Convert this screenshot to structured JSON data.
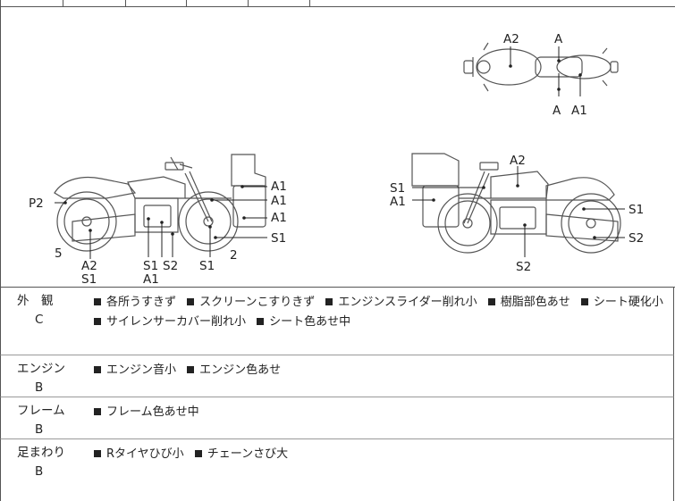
{
  "diagram": {
    "top_labels": {
      "a2": "A2",
      "a_front": "A",
      "a_rear": "A",
      "a1": "A1"
    },
    "left_labels": {
      "p2": "P2",
      "n5": "5",
      "a2": "A2",
      "s1_under": "S1",
      "s1_mid": "S1",
      "s2_mid": "S2",
      "a1_mid": "A1",
      "s1_front": "S1",
      "n2": "2",
      "a1_right_1": "A1",
      "a1_right_2": "A1",
      "a1_right_3": "A1",
      "s1_right": "S1"
    },
    "right_labels": {
      "a2": "A2",
      "s1_left": "S1",
      "a1_left": "A1",
      "s1_rear": "S1",
      "s2_rear": "S2",
      "s2_bottom": "S2"
    }
  },
  "rows": [
    {
      "name": "外　観",
      "grade": "C",
      "lines": [
        [
          "各所うすきず",
          "スクリーンこすりきず",
          "エンジンスライダー削れ小",
          "樹脂部色あせ",
          "シート硬化小"
        ],
        [
          "サイレンサーカバー削れ小",
          "シート色あせ中"
        ]
      ]
    },
    {
      "name": "エンジン",
      "grade": "B",
      "lines": [
        [
          "エンジン音小",
          "エンジン色あせ"
        ]
      ]
    },
    {
      "name": "フレーム",
      "grade": "B",
      "lines": [
        [
          "フレーム色あせ中"
        ]
      ]
    },
    {
      "name": "足まわり",
      "grade": "B",
      "lines": [
        [
          "Rタイヤひび小",
          "チェーンさび大"
        ]
      ]
    }
  ]
}
